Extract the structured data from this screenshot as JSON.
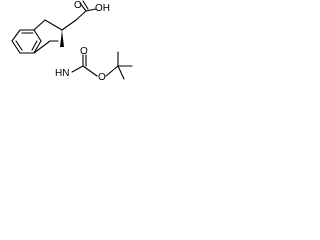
{
  "molecule": {
    "atoms": {
      "oh": "OH",
      "o_acid": "O",
      "nh": "HN",
      "o_carbamate_double": "O",
      "o_carbamate_single": "O"
    }
  }
}
